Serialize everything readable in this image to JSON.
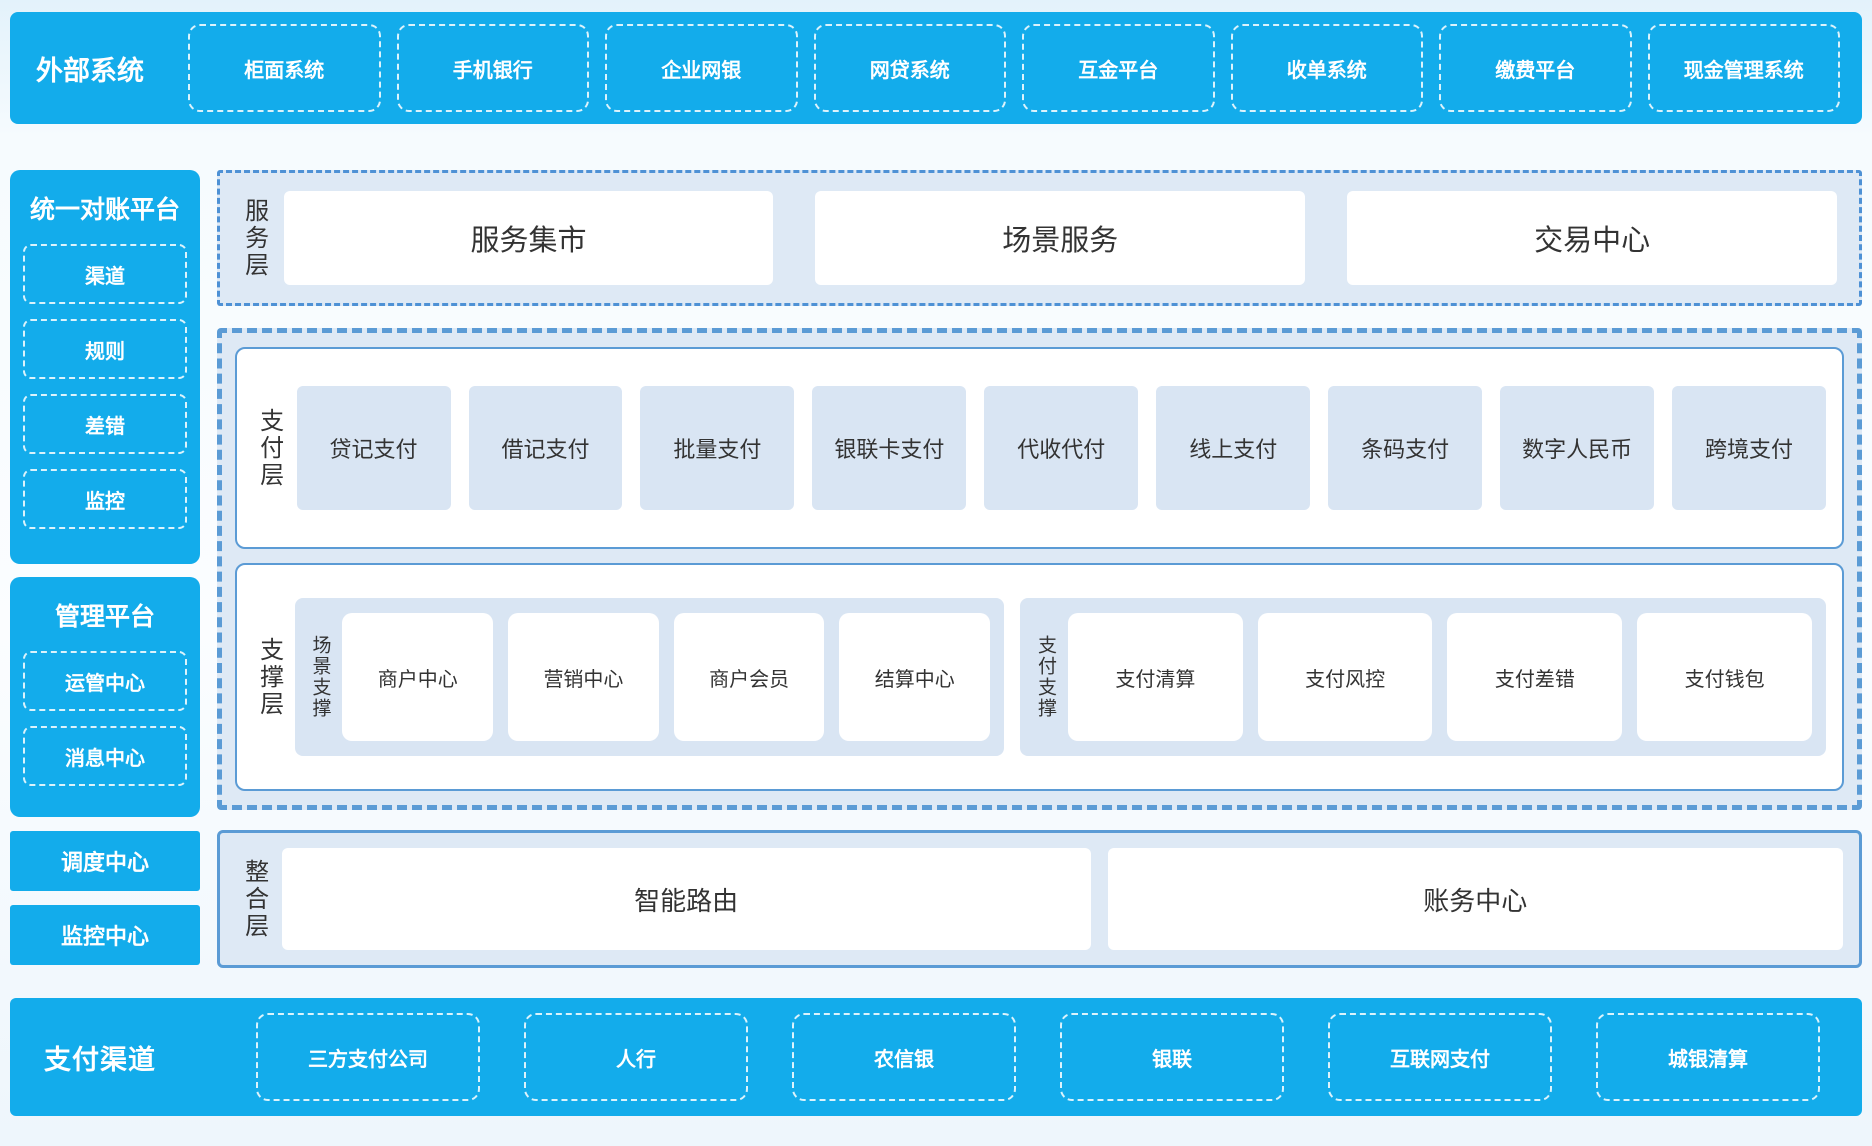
{
  "colors": {
    "primary_blue": "#13aceb",
    "panel_bg": "#dee9f5",
    "panel_border": "#5b9bd5",
    "tile_bg": "#d9e5f3",
    "text_dark": "#333333"
  },
  "external_systems": {
    "label": "外部系统",
    "items": [
      "柜面系统",
      "手机银行",
      "企业网银",
      "网贷系统",
      "互金平台",
      "收单系统",
      "缴费平台",
      "现金管理系统"
    ]
  },
  "sidebar": {
    "reconciliation": {
      "title": "统一对账平台",
      "items": [
        "渠道",
        "规则",
        "差错",
        "监控"
      ]
    },
    "management": {
      "title": "管理平台",
      "items": [
        "运管中心",
        "消息中心"
      ]
    },
    "standalone": [
      "调度中心",
      "监控中心"
    ]
  },
  "service_layer": {
    "label": "服务层",
    "items": [
      "服务集市",
      "场景服务",
      "交易中心"
    ]
  },
  "payment_layer": {
    "label": "支付层",
    "items": [
      "贷记支付",
      "借记支付",
      "批量支付",
      "银联卡支付",
      "代收代付",
      "线上支付",
      "条码支付",
      "数字人民币",
      "跨境支付"
    ]
  },
  "support_layer": {
    "label": "支撑层",
    "groups": [
      {
        "label": "场景支撑",
        "items": [
          "商户中心",
          "营销中心",
          "商户会员",
          "结算中心"
        ]
      },
      {
        "label": "支付支撑",
        "items": [
          "支付清算",
          "支付风控",
          "支付差错",
          "支付钱包"
        ]
      }
    ]
  },
  "integration_layer": {
    "label": "整合层",
    "items": [
      "智能路由",
      "账务中心"
    ]
  },
  "payment_channels": {
    "label": "支付渠道",
    "items": [
      "三方支付公司",
      "人行",
      "农信银",
      "银联",
      "互联网支付",
      "城银清算"
    ]
  }
}
